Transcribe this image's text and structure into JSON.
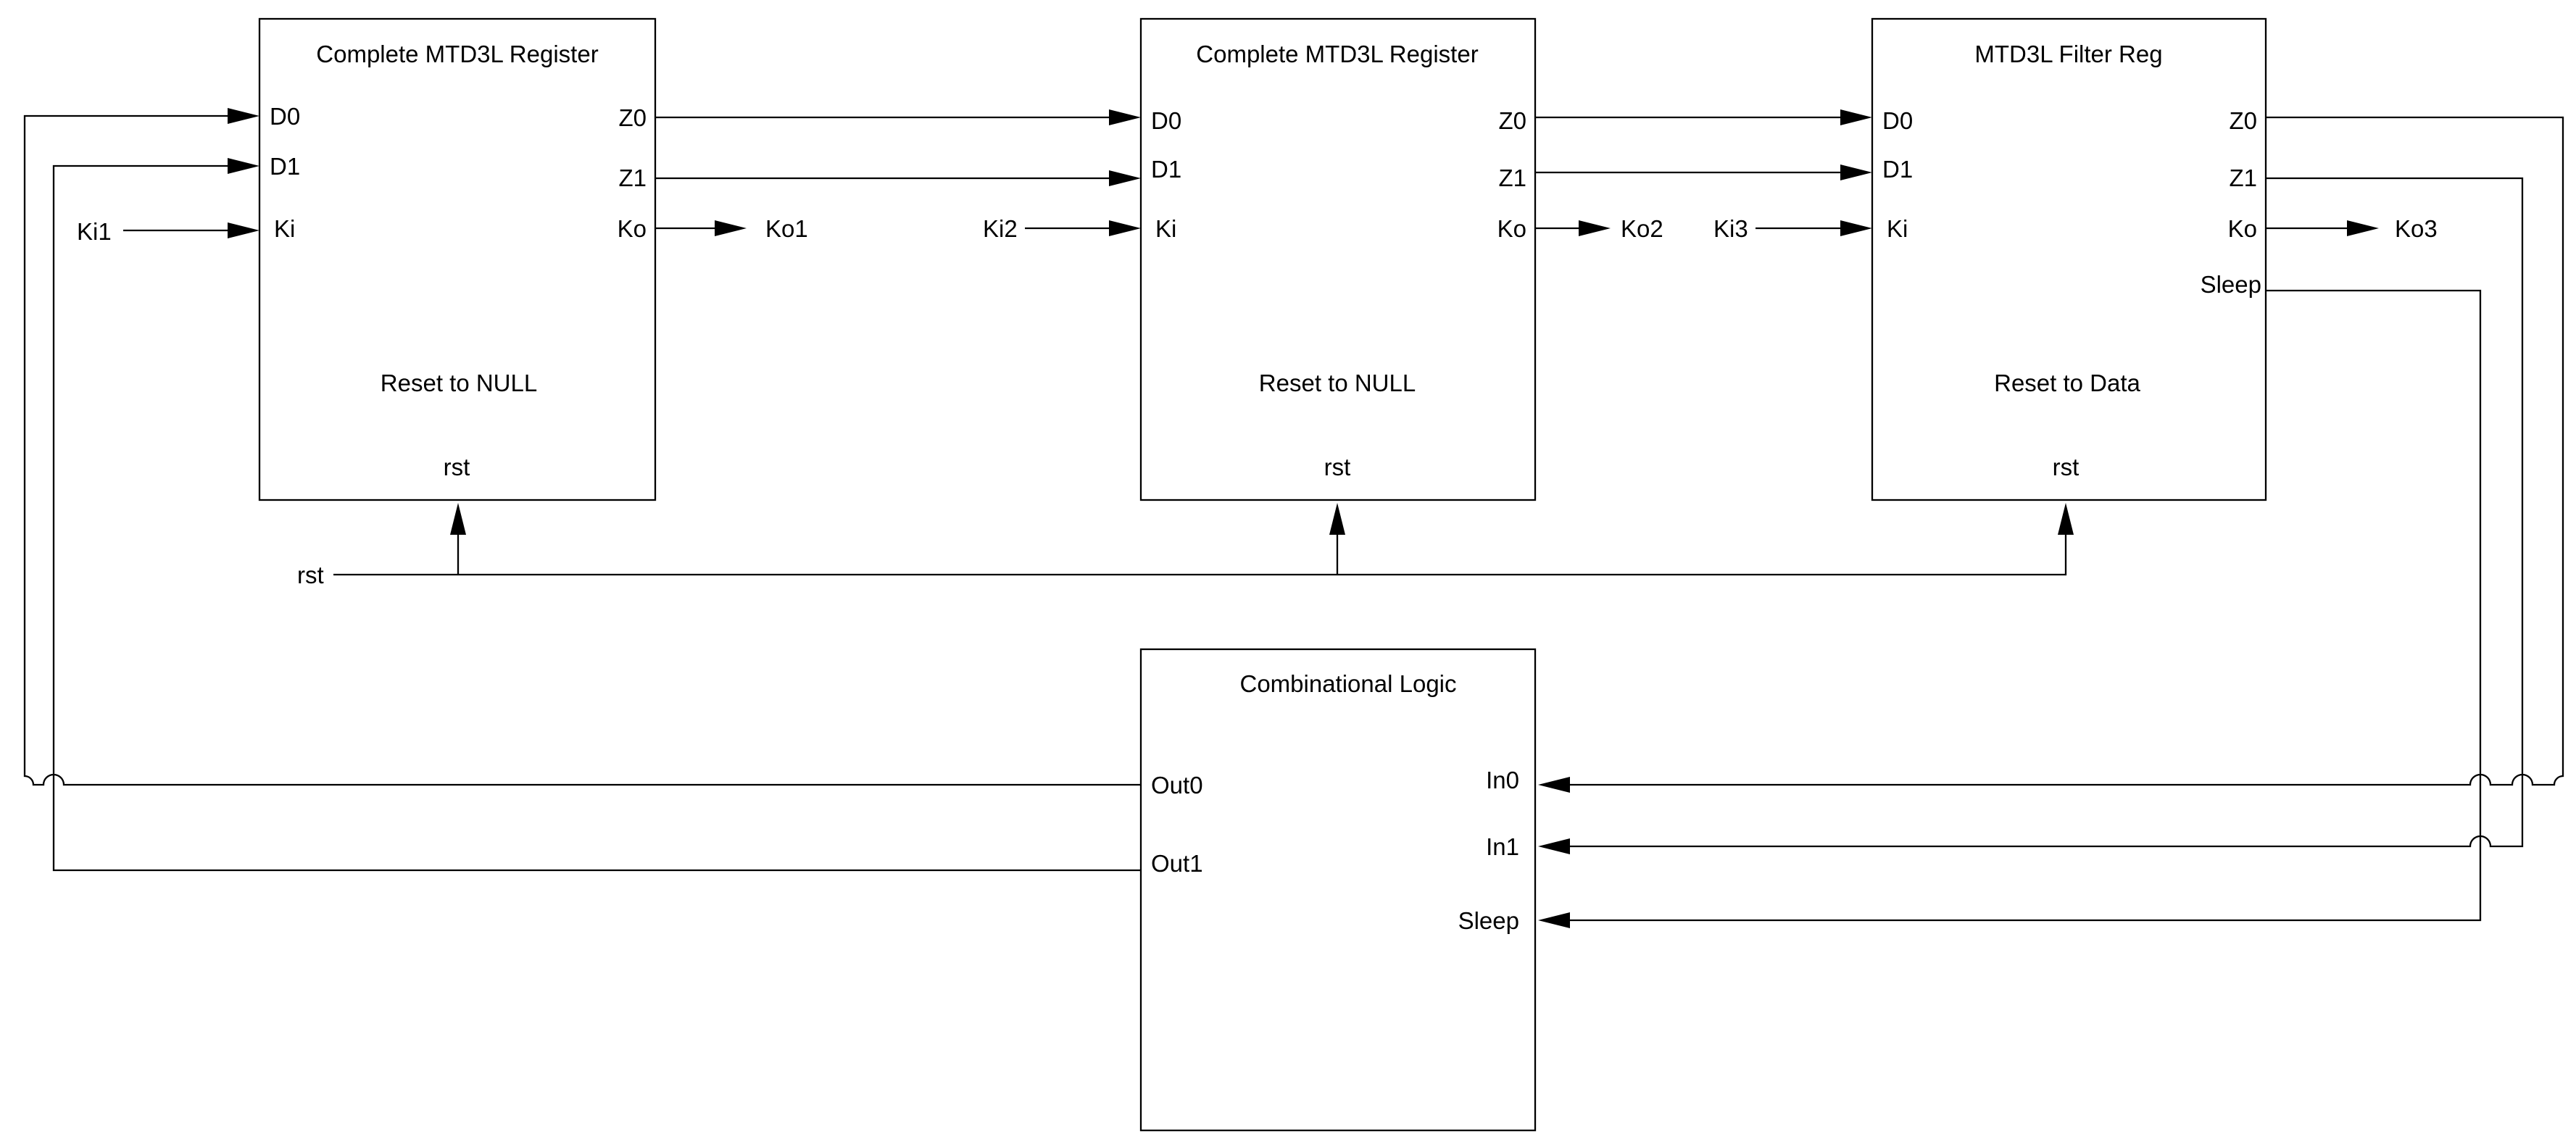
{
  "blocks": {
    "reg1": {
      "title": "Complete MTD3L Register",
      "inputs": [
        "D0",
        "D1",
        "Ki"
      ],
      "outputs": [
        "Z0",
        "Z1",
        "Ko"
      ],
      "reset_mode": "Reset to NULL",
      "reset_pin": "rst"
    },
    "reg2": {
      "title": "Complete MTD3L Register",
      "inputs": [
        "D0",
        "D1",
        "Ki"
      ],
      "outputs": [
        "Z0",
        "Z1",
        "Ko"
      ],
      "reset_mode": "Reset to NULL",
      "reset_pin": "rst"
    },
    "reg3": {
      "title": "MTD3L Filter Reg",
      "inputs": [
        "D0",
        "D1",
        "Ki"
      ],
      "outputs": [
        "Z0",
        "Z1",
        "Ko",
        "Sleep"
      ],
      "reset_mode": "Reset to Data",
      "reset_pin": "rst"
    },
    "logic": {
      "title": "Combinational Logic",
      "outputs": [
        "Out0",
        "Out1"
      ],
      "inputs": [
        "In0",
        "In1",
        "Sleep"
      ]
    }
  },
  "signals": {
    "ki1": "Ki1",
    "ko1": "Ko1",
    "ki2": "Ki2",
    "ko2": "Ko2",
    "ki3": "Ki3",
    "ko3": "Ko3",
    "rst": "rst"
  }
}
